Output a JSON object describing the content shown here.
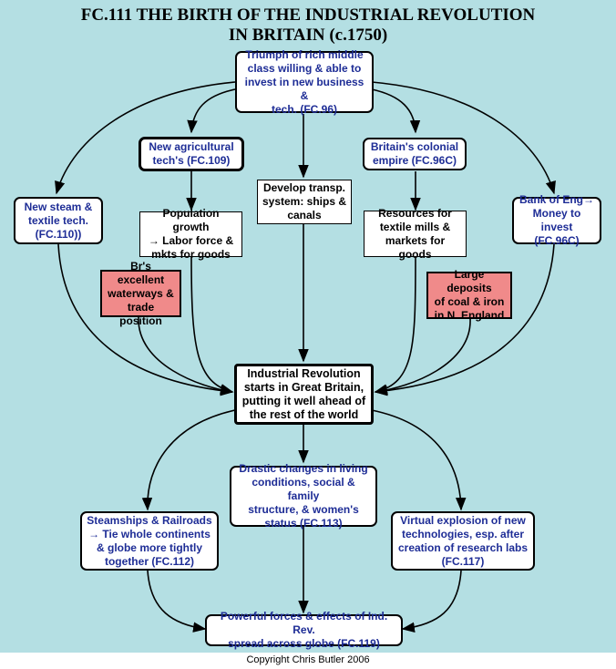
{
  "title": {
    "line1": "FC.111 THE BIRTH OF THE INDUSTRIAL REVOLUTION",
    "line2": "IN BRITAIN (c.1750)"
  },
  "boxes": {
    "middle_class": "Triumph of rich middle\nclass willing & able to\ninvest in new business &\ntech. (FC.96)",
    "agri_tech": "New agricultural\ntech's (FC.109)",
    "colonial_empire": "Britain's colonial\nempire (FC.96C)",
    "steam_textile": "New steam &\ntextile tech.\n(FC.110))",
    "population": "Population growth\n→ Labor force &\nmkts for goods",
    "transport": "Develop transp.\nsystem: ships &\ncanals",
    "resources": "Resources for\ntextile mills &\nmarkets for goods",
    "bank": "Bank of Eng→\nMoney to\ninvest (FC.96C)",
    "waterways": "Br's excellent\nwaterways &\ntrade position",
    "coal_iron": "Large deposits\nof coal & iron\nin N. England",
    "ind_rev": "Industrial Revolution\nstarts in Great Britain,\nputting it well ahead of\nthe rest of the world",
    "living_conditions": "Drastic changes in living\nconditions, social & family\nstructure, & women's\nstatus  (FC.113)",
    "steamships": "Steamships & Railroads\n→ Tie whole continents\n& globe more tightly\ntogether  (FC.112)",
    "virtual_explosion": "Virtual explosion of new\ntechnologies, esp. after\ncreation of research labs\n(FC.117)",
    "powerful_forces": "Powerful forces & effects of Ind. Rev.\nspread across globe  (FC.119)"
  },
  "copyright": "Copyright Chris Butler 2006"
}
